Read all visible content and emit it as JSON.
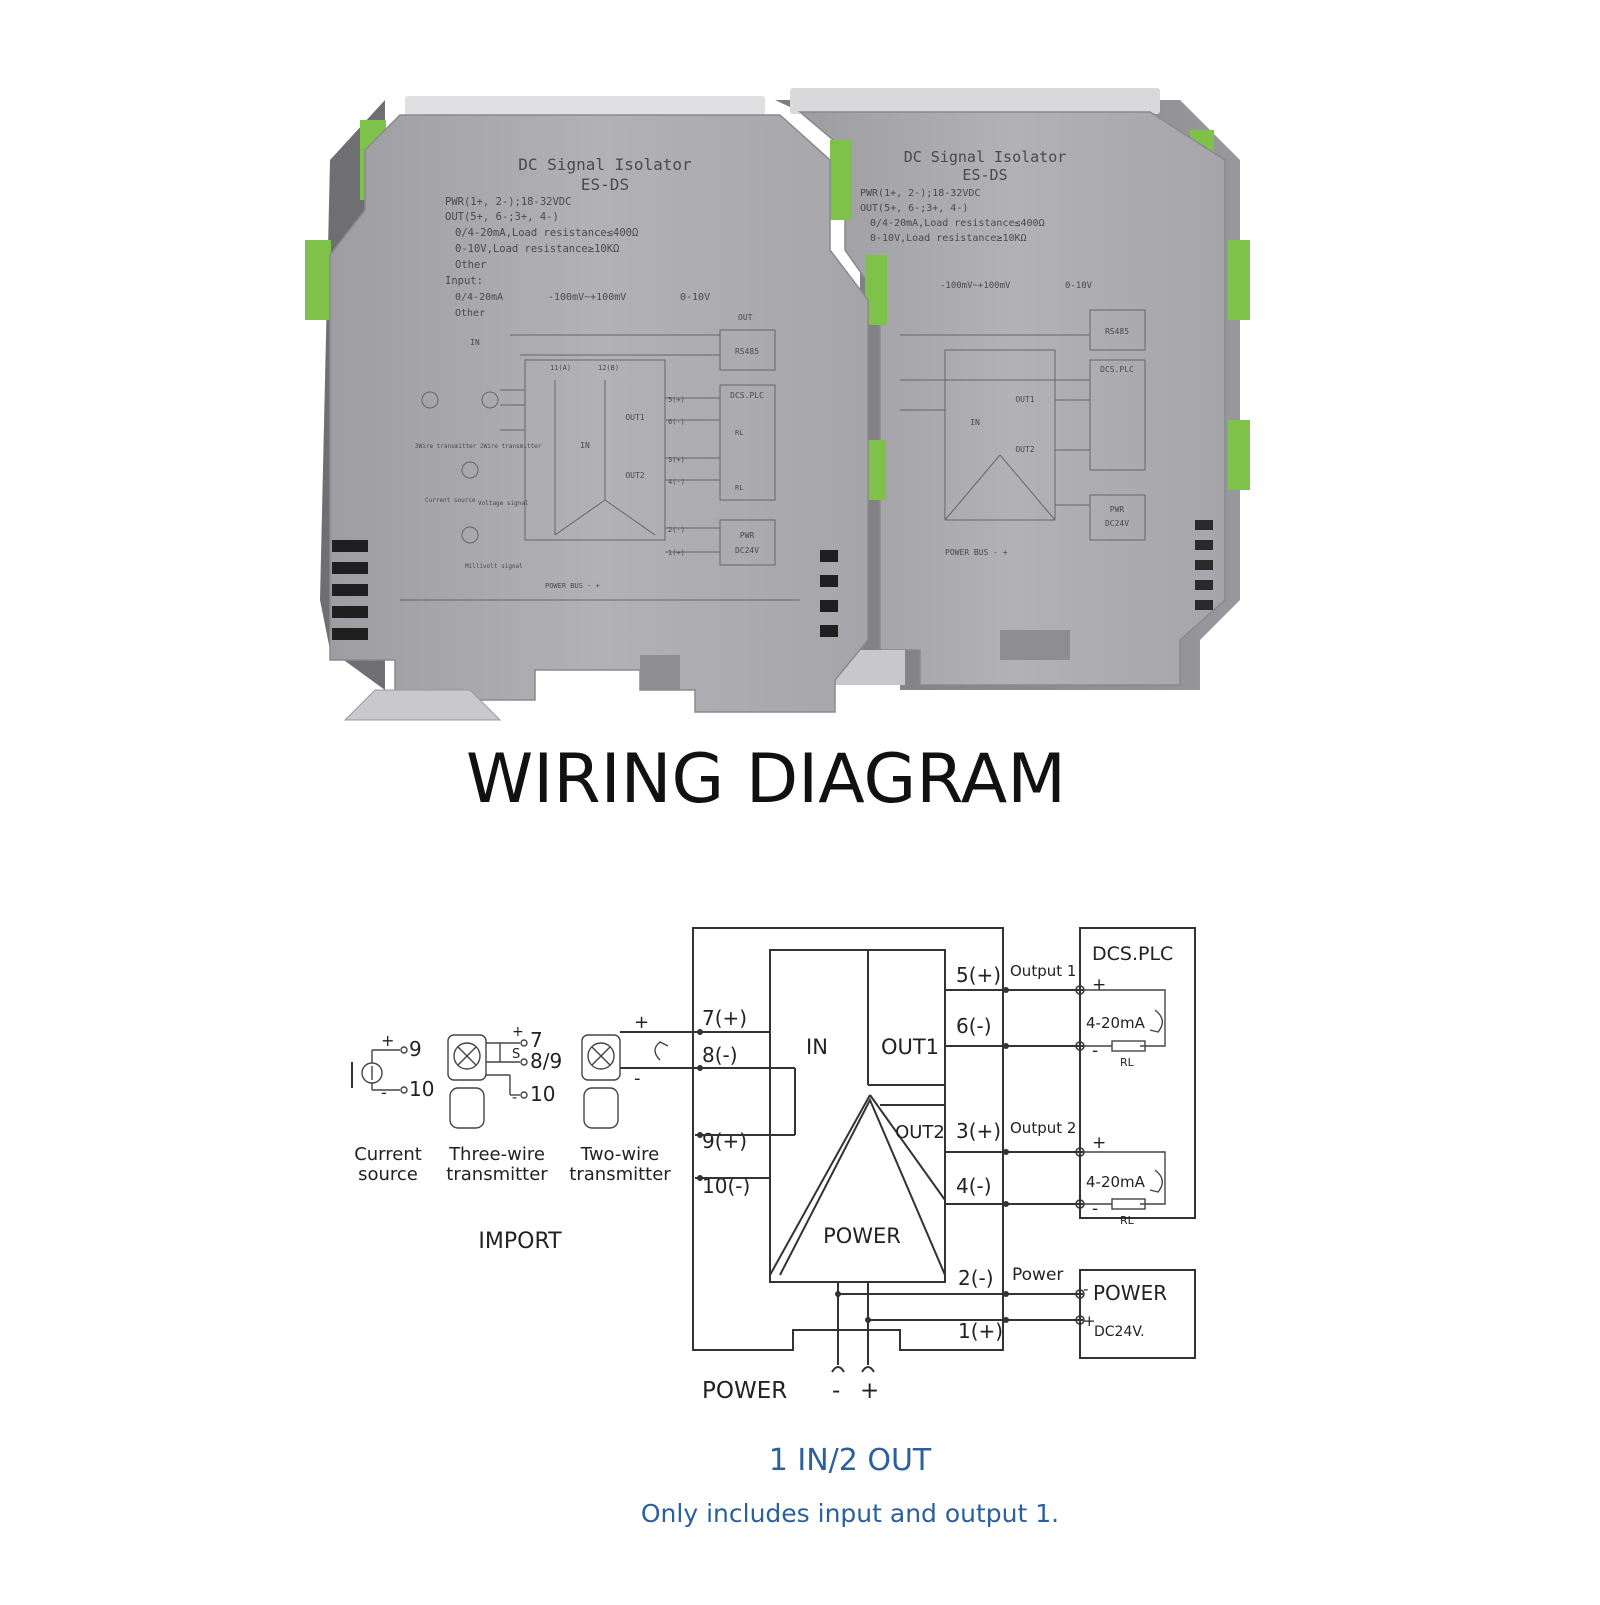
{
  "devices": [
    {
      "title": "DC Signal Isolator",
      "model": "ES-DS",
      "pwr": "PWR(1+, 2-);18-32VDC",
      "out": "OUT(5+, 6-;3+, 4-)",
      "out_opts": [
        "0/4-20mA,Load resistance≤400Ω",
        "0-10V,Load resistance≥10KΩ",
        "Other"
      ],
      "input": "Input:",
      "in_opts": [
        "0/4-20mA",
        "-100mV~+100mV",
        "0-10V",
        "Other"
      ],
      "labels": {
        "in_header": "IN",
        "out_header": "OUT",
        "rs485": "RS485",
        "dcs": "DCS.PLC",
        "out1": "OUT1",
        "out2": "OUT2",
        "in": "IN",
        "pwr": "PWR",
        "dc24v": "DC24V",
        "power_bus": "POWER BUS - +",
        "rl": "RL",
        "t11": "11(A)",
        "t12": "12(B)",
        "t5": "5(+)",
        "t6": "6(-)",
        "t3": "3(+)",
        "t4": "4(-)",
        "t2": "2(-)",
        "t1": "1(+)",
        "three_wire": "3Wire transmitter",
        "two_wire": "2Wire transmitter",
        "current": "Current source",
        "voltage": "Voltage signal",
        "mv": "Millivolt signal"
      }
    }
  ],
  "heading": "WIRING DIAGRAM",
  "diagram": {
    "sources": [
      {
        "name": "Current source",
        "line1": "Current",
        "line2": "source"
      },
      {
        "name": "Three-wire transmitter",
        "line1": "Three-wire",
        "line2": "transmitter"
      },
      {
        "name": "Two-wire transmitter",
        "line1": "Two-wire",
        "line2": "transmitter"
      }
    ],
    "src_pins": {
      "p9": "9",
      "p10a": "10",
      "p7": "7",
      "p89": "8/9",
      "p10b": "10",
      "s": "S"
    },
    "import_label": "IMPORT",
    "in_terminals": [
      "7(+)",
      "8(-)",
      "9(+)",
      "10(-)"
    ],
    "out_terminals": [
      "5(+)",
      "6(-)",
      "3(+)",
      "4(-)"
    ],
    "power_terminals": [
      "2(-)",
      "1(+)"
    ],
    "blocks": {
      "in": "IN",
      "out1": "OUT1",
      "out2": "OUT2",
      "power": "POWER"
    },
    "output1": "Output 1",
    "output2": "Output 2",
    "power_wire": "Power",
    "dcs_plc": "DCS.PLC",
    "current_label": "4-20mA",
    "rl": "RL",
    "power_box": "POWER",
    "dc24v": "DC24V.",
    "power_bus": "POWER",
    "minus": "-",
    "plus": "+",
    "mode": "1 IN/2 OUT",
    "note": "Only includes input and output 1.",
    "colors": {
      "note": "#2b5f9e",
      "housing": "#a9a9ad",
      "terminal": "#7fc24a"
    }
  }
}
